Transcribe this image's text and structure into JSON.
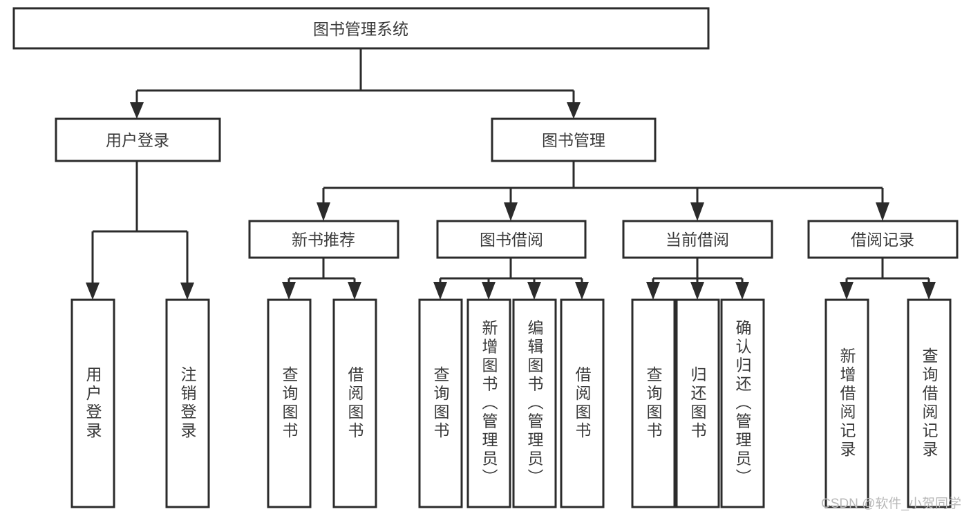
{
  "diagram": {
    "type": "tree-hierarchy-chart",
    "title": "图书管理系统",
    "background_color": "#ffffff",
    "line_color": "#2b2b2b",
    "text_color": "#3a3a3a",
    "root": {
      "id": "root",
      "label": "图书管理系统",
      "orientation": "horizontal"
    },
    "level1": [
      {
        "id": "user-login",
        "label": "用户登录",
        "orientation": "horizontal"
      },
      {
        "id": "book-management",
        "label": "图书管理",
        "orientation": "horizontal"
      }
    ],
    "level2": [
      {
        "id": "new-book-recommend",
        "label": "新书推荐",
        "orientation": "horizontal",
        "parent": "book-management"
      },
      {
        "id": "book-borrow",
        "label": "图书借阅",
        "orientation": "horizontal",
        "parent": "book-management"
      },
      {
        "id": "current-borrow",
        "label": "当前借阅",
        "orientation": "horizontal",
        "parent": "book-management"
      },
      {
        "id": "borrow-record",
        "label": "借阅记录",
        "orientation": "horizontal",
        "parent": "book-management"
      }
    ],
    "leaves": [
      {
        "id": "leaf-user-login",
        "label": "用户登录",
        "orientation": "vertical",
        "parent": "user-login"
      },
      {
        "id": "leaf-logout",
        "label": "注销登录",
        "orientation": "vertical",
        "parent": "user-login"
      },
      {
        "id": "leaf-query-book-1",
        "label": "查询图书",
        "orientation": "vertical",
        "parent": "new-book-recommend"
      },
      {
        "id": "leaf-borrow-book-1",
        "label": "借阅图书",
        "orientation": "vertical",
        "parent": "new-book-recommend"
      },
      {
        "id": "leaf-query-book-2",
        "label": "查询图书",
        "orientation": "vertical",
        "parent": "book-borrow"
      },
      {
        "id": "leaf-add-book",
        "label": "新增图书（管理员）",
        "orientation": "vertical",
        "parent": "book-borrow"
      },
      {
        "id": "leaf-edit-book",
        "label": "编辑图书（管理员）",
        "orientation": "vertical",
        "parent": "book-borrow"
      },
      {
        "id": "leaf-borrow-book-2",
        "label": "借阅图书",
        "orientation": "vertical",
        "parent": "book-borrow"
      },
      {
        "id": "leaf-query-book-3",
        "label": "查询图书",
        "orientation": "vertical",
        "parent": "current-borrow"
      },
      {
        "id": "leaf-return-book",
        "label": "归还图书",
        "orientation": "vertical",
        "parent": "current-borrow"
      },
      {
        "id": "leaf-confirm-return",
        "label": "确认归还（管理员）",
        "orientation": "vertical",
        "parent": "current-borrow"
      },
      {
        "id": "leaf-add-record",
        "label": "新增借阅记录",
        "orientation": "vertical",
        "parent": "borrow-record"
      },
      {
        "id": "leaf-query-record",
        "label": "查询借阅记录",
        "orientation": "vertical",
        "parent": "borrow-record"
      }
    ]
  },
  "watermark": {
    "text": "CSDN @软件_小贺同学"
  }
}
